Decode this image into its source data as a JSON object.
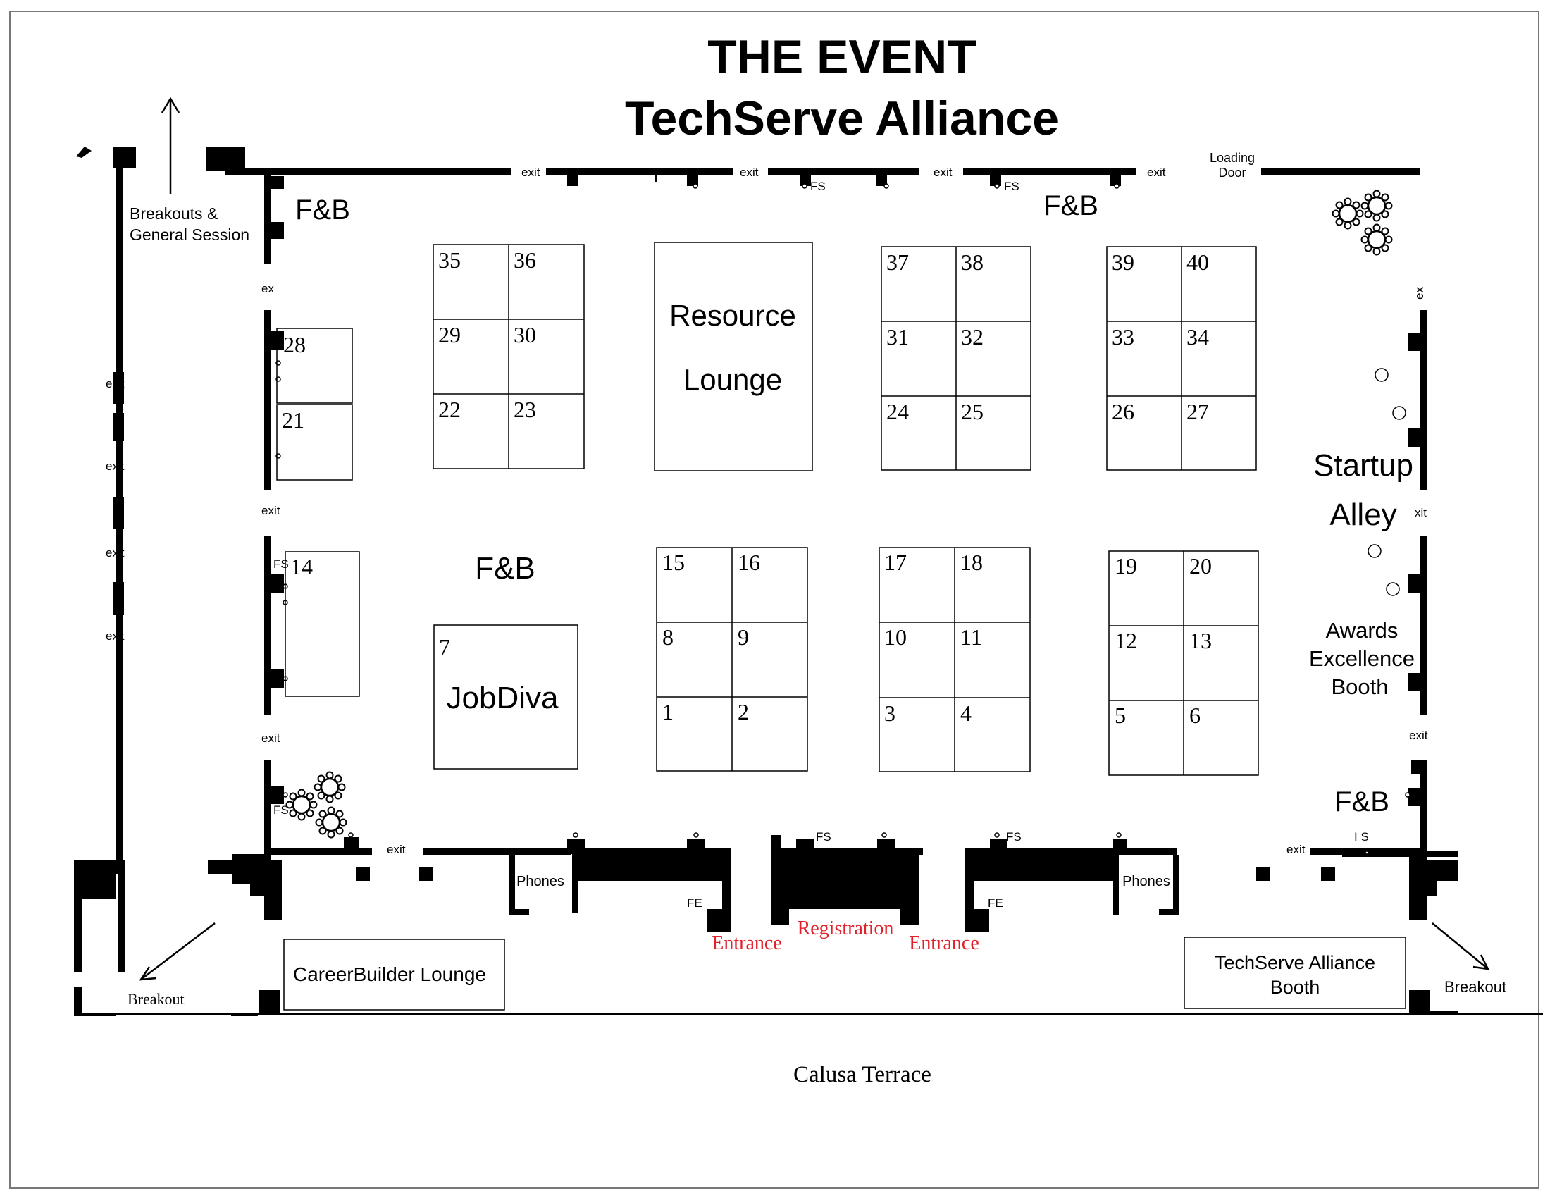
{
  "header": {
    "line1": "THE EVENT",
    "line2": "TechServe Alliance"
  },
  "booths": [
    {
      "num": "35",
      "name": "booth-35"
    },
    {
      "num": "36",
      "name": "booth-36"
    },
    {
      "num": "29",
      "name": "booth-29"
    },
    {
      "num": "30",
      "name": "booth-30"
    },
    {
      "num": "22",
      "name": "booth-22"
    },
    {
      "num": "23",
      "name": "booth-23"
    },
    {
      "num": "37",
      "name": "booth-37"
    },
    {
      "num": "38",
      "name": "booth-38"
    },
    {
      "num": "31",
      "name": "booth-31"
    },
    {
      "num": "32",
      "name": "booth-32"
    },
    {
      "num": "24",
      "name": "booth-24"
    },
    {
      "num": "25",
      "name": "booth-25"
    },
    {
      "num": "39",
      "name": "booth-39"
    },
    {
      "num": "40",
      "name": "booth-40"
    },
    {
      "num": "33",
      "name": "booth-33"
    },
    {
      "num": "34",
      "name": "booth-34"
    },
    {
      "num": "26",
      "name": "booth-26"
    },
    {
      "num": "27",
      "name": "booth-27"
    },
    {
      "num": "15",
      "name": "booth-15"
    },
    {
      "num": "16",
      "name": "booth-16"
    },
    {
      "num": "8",
      "name": "booth-8"
    },
    {
      "num": "9",
      "name": "booth-9"
    },
    {
      "num": "1",
      "name": "booth-1"
    },
    {
      "num": "2",
      "name": "booth-2"
    },
    {
      "num": "17",
      "name": "booth-17"
    },
    {
      "num": "18",
      "name": "booth-18"
    },
    {
      "num": "10",
      "name": "booth-10"
    },
    {
      "num": "11",
      "name": "booth-11"
    },
    {
      "num": "3",
      "name": "booth-3"
    },
    {
      "num": "4",
      "name": "booth-4"
    },
    {
      "num": "19",
      "name": "booth-19"
    },
    {
      "num": "20",
      "name": "booth-20"
    },
    {
      "num": "12",
      "name": "booth-12"
    },
    {
      "num": "13",
      "name": "booth-13"
    },
    {
      "num": "5",
      "name": "booth-5"
    },
    {
      "num": "6",
      "name": "booth-6"
    },
    {
      "num": "28",
      "name": "booth-28"
    },
    {
      "num": "21",
      "name": "booth-21"
    },
    {
      "num": "14",
      "name": "booth-14"
    },
    {
      "num": "7",
      "name": "booth-7"
    }
  ],
  "areas": {
    "resource_lounge_1": "Resource",
    "resource_lounge_2": "Lounge",
    "jobdiva": "JobDiva",
    "startup_1": "Startup",
    "startup_2": "Alley",
    "awards_1": "Awards",
    "awards_2": "Excellence",
    "awards_3": "Booth",
    "fb": "F&B",
    "breakouts_1": "Breakouts &",
    "breakouts_2": "General Session",
    "careerbuilder": "CareerBuilder Lounge",
    "techserve_booth_1": "TechServe Alliance",
    "techserve_booth_2": "Booth",
    "phones": "Phones",
    "loading_1": "Loading",
    "loading_2": "Door"
  },
  "labels": {
    "exit": "exit",
    "ex": "ex",
    "exi": "exi",
    "xit": "xit",
    "fs": "FS",
    "fe": "FE",
    "is": "I S",
    "entrance": "Entrance",
    "registration": "Registration",
    "breakout": "Breakout",
    "terrace": "Calusa Terrace"
  }
}
